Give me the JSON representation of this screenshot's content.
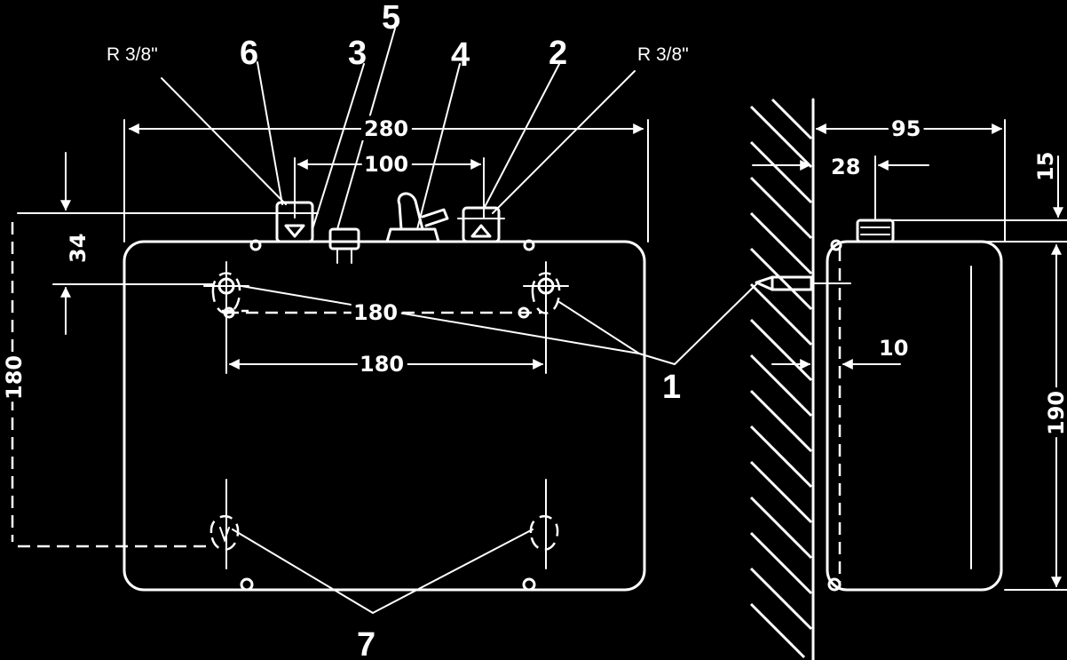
{
  "labels": {
    "thread_left": "R 3/8\"",
    "thread_right": "R 3/8\"",
    "part_6": "6",
    "part_3": "3",
    "part_5": "5",
    "part_4": "4",
    "part_2": "2",
    "part_1": "1",
    "part_7": "7"
  },
  "dimensions": {
    "width_total": "280",
    "connection_spacing": "100",
    "top_offset": "34",
    "height_holes": "180",
    "hole_spacing_upper": "180",
    "hole_spacing_lower": "180",
    "depth_total": "95",
    "connector_depth": "28",
    "connector_height": "15",
    "height_side": "190",
    "wall_gap": "10"
  }
}
